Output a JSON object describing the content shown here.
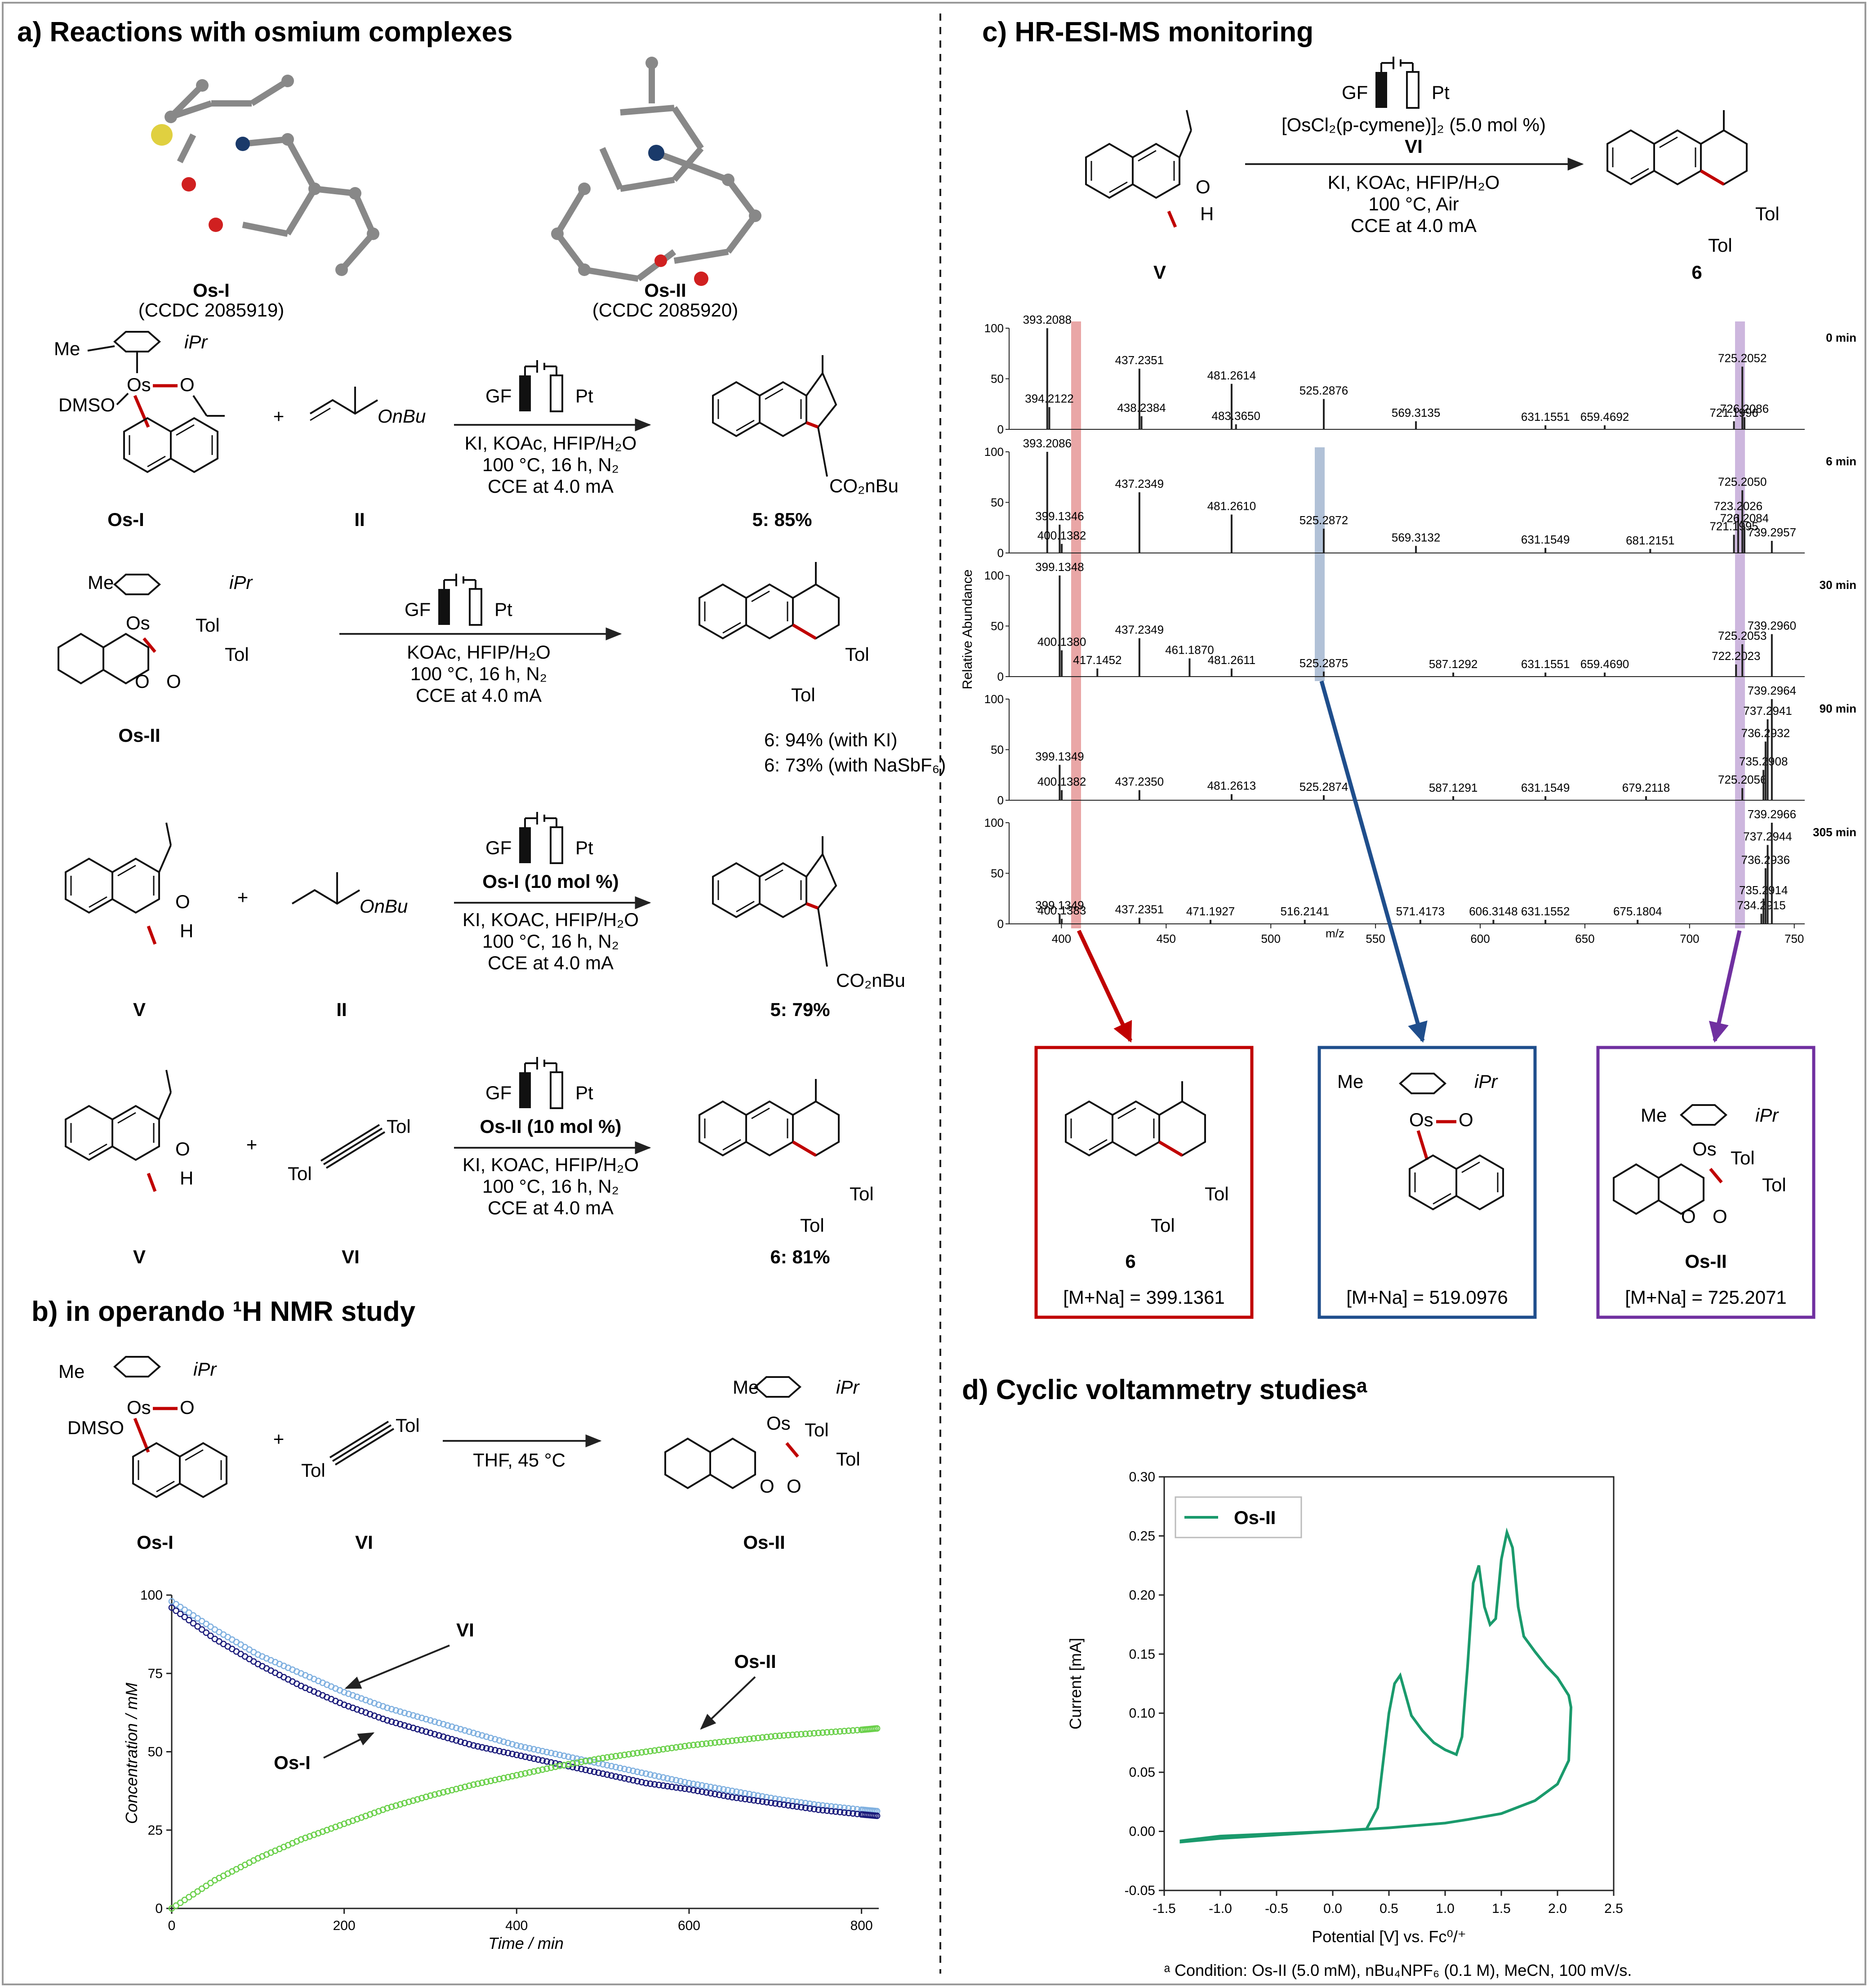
{
  "panels": {
    "a_title": "a) Reactions with osmium complexes",
    "b_title": "b) in operando ¹H NMR study",
    "c_title": "c) HR-ESI-MS monitoring",
    "d_title": "d) Cyclic voltammetry studiesᵃ"
  },
  "panel_a": {
    "crystal1_name": "Os-I",
    "crystal1_ccdc": "(CCDC 2085919)",
    "crystal2_name": "Os-II",
    "crystal2_ccdc": "(CCDC 2085920)",
    "rxn1": {
      "reactant1": "Os-I",
      "plus": "+",
      "reactant2": "II",
      "electrodes": "GF | Pt",
      "conditions": [
        "KI, KOAc, HFIP/H₂O",
        "100 °C, 16 h, N₂",
        "CCE at 4.0 mA"
      ],
      "product_label": "5: 85%"
    },
    "rxn2": {
      "reactant1": "Os-II",
      "conditions": [
        "KOAc, HFIP/H₂O",
        "100 °C, 16 h, N₂",
        "CCE at 4.0 mA"
      ],
      "product_label_1": "6: 94% (with KI)",
      "product_label_2": "6: 73% (with NaSbF₆)"
    },
    "rxn3": {
      "reactant1": "V",
      "reactant2": "II",
      "catalyst": "Os-I (10 mol %)",
      "conditions": [
        "KI, KOAC, HFIP/H₂O",
        "100 °C, 16 h, N₂",
        "CCE at 4.0 mA"
      ],
      "product_label": "5: 79%"
    },
    "rxn4": {
      "reactant1": "V",
      "reactant2": "VI",
      "catalyst": "Os-II (10 mol %)",
      "conditions": [
        "KI, KOAC, HFIP/H₂O",
        "100 °C, 16 h, N₂",
        "CCE at 4.0 mA"
      ],
      "product_label": "6: 81%"
    },
    "structure_labels": {
      "me": "Me",
      "ipr": "iPr",
      "os": "Os",
      "o": "O",
      "dmso": "DMSO",
      "onbu": "OnBu",
      "co2nbu": "CO₂nBu",
      "co2nbu2": "CO₂nBu",
      "tol": "Tol",
      "h": "H"
    }
  },
  "panel_b": {
    "reactant1": "Os-I",
    "reactant2": "VI",
    "product": "Os-II",
    "conditions": "THF, 45 °C",
    "plot": {
      "ylabel": "Concentration / mM",
      "xlabel": "Time / min",
      "label_vi": "VI",
      "label_osi": "Os-I",
      "label_osii": "Os-II"
    }
  },
  "panel_c": {
    "reactant": "V",
    "product": "6",
    "electrodes": "GF | Pt",
    "catalyst": "[OsCl₂(p-cymene)]₂ (5.0 mol %)",
    "reagent": "VI",
    "conditions": [
      "KI, KOAc, HFIP/H₂O",
      "100 °C, Air",
      "CCE at 4.0 mA"
    ],
    "ms_ylabel": "Relative Abundance",
    "ms_xlabel": "m/z",
    "boxes": [
      {
        "name": "6",
        "mass": "[M+Na] = 399.1361"
      },
      {
        "name": "",
        "mass": "[M+Na] = 519.0976"
      },
      {
        "name": "Os-II",
        "mass": "[M+Na] = 725.2071"
      }
    ]
  },
  "panel_d": {
    "legend": "Os-II",
    "ylabel": "Current [mA]",
    "xlabel": "Potential [V] vs. Fc⁰/⁺",
    "footnote": "ᵃ Condition: Os-II (5.0 mM), nBu₄NPF₆ (0.1 M), MeCN, 100 mV/s."
  },
  "colors": {
    "red": "#c00000",
    "blue": "#1f4e8c",
    "purple": "#7030a0",
    "green": "#1a9a6c",
    "lightblue": "#7fb0e0",
    "navy": "#1a1a7a",
    "lime": "#6ad04a"
  },
  "chart_data": [
    {
      "type": "scatter",
      "title": "",
      "xlabel": "Time / min",
      "ylabel": "Concentration / mM",
      "xlim": [
        0,
        820
      ],
      "ylim": [
        0,
        100
      ],
      "x_ticks": [
        0,
        200,
        400,
        600,
        800
      ],
      "y_ticks": [
        0,
        25,
        50,
        75,
        100
      ],
      "series": [
        {
          "name": "VI",
          "color": "#7fb0e0",
          "x": [
            0,
            50,
            100,
            150,
            200,
            250,
            300,
            350,
            400,
            450,
            500,
            550,
            600,
            650,
            700,
            750,
            800,
            820
          ],
          "y": [
            98,
            89,
            81,
            75,
            69,
            64,
            60,
            56,
            52,
            49,
            46,
            43,
            40,
            37.5,
            35,
            33,
            31.5,
            31
          ]
        },
        {
          "name": "Os-I",
          "color": "#1a1a7a",
          "x": [
            0,
            50,
            100,
            150,
            200,
            250,
            300,
            350,
            400,
            450,
            500,
            550,
            600,
            650,
            700,
            750,
            800,
            820
          ],
          "y": [
            96,
            86,
            78,
            71,
            65,
            60,
            56,
            52,
            49,
            46,
            43,
            40,
            38,
            35.5,
            33.5,
            31.5,
            30,
            29.5
          ]
        },
        {
          "name": "Os-II",
          "color": "#6ad04a",
          "x": [
            0,
            50,
            100,
            150,
            200,
            250,
            300,
            350,
            400,
            450,
            500,
            550,
            600,
            650,
            700,
            750,
            800,
            820
          ],
          "y": [
            0,
            9,
            16,
            22,
            27,
            32,
            36,
            39.5,
            42.5,
            45.5,
            48,
            50,
            52,
            53.5,
            55,
            56,
            57,
            57.5
          ]
        }
      ]
    },
    {
      "type": "line",
      "title": "",
      "xlabel": "Potential [V] vs. Fc0/+",
      "ylabel": "Current [mA]",
      "xlim": [
        -1.5,
        2.5
      ],
      "ylim": [
        -0.05,
        0.3
      ],
      "x_ticks": [
        -1.5,
        -1.0,
        -0.5,
        0.0,
        0.5,
        1.0,
        1.5,
        2.0,
        2.5
      ],
      "y_ticks": [
        -0.05,
        0.0,
        0.05,
        0.1,
        0.15,
        0.2,
        0.25,
        0.3
      ],
      "series": [
        {
          "name": "Os-II",
          "color": "#1a9a6c",
          "x": [
            -1.35,
            -1.0,
            -0.5,
            0.0,
            0.3,
            0.4,
            0.45,
            0.5,
            0.55,
            0.6,
            0.65,
            0.7,
            0.8,
            0.9,
            1.0,
            1.1,
            1.15,
            1.2,
            1.25,
            1.3,
            1.35,
            1.4,
            1.45,
            1.5,
            1.55,
            1.6,
            1.65,
            1.7,
            1.8,
            1.9,
            2.0,
            2.1,
            2.12,
            2.1,
            2.0,
            1.8,
            1.5,
            1.2,
            1.0,
            0.5,
            0.0,
            -0.5,
            -1.0,
            -1.35
          ],
          "y": [
            -0.008,
            -0.004,
            -0.002,
            0.0,
            0.002,
            0.02,
            0.06,
            0.1,
            0.125,
            0.132,
            0.115,
            0.098,
            0.085,
            0.075,
            0.069,
            0.065,
            0.08,
            0.14,
            0.21,
            0.225,
            0.19,
            0.175,
            0.18,
            0.23,
            0.253,
            0.24,
            0.19,
            0.165,
            0.152,
            0.14,
            0.13,
            0.115,
            0.105,
            0.06,
            0.04,
            0.026,
            0.015,
            0.01,
            0.007,
            0.003,
            0.0,
            -0.003,
            -0.006,
            -0.009
          ]
        }
      ]
    },
    {
      "type": "bar",
      "title": "",
      "xlabel": "m/z",
      "ylabel": "Relative Abundance",
      "xlim": [
        375,
        755
      ],
      "ylim": [
        0,
        100
      ],
      "x_ticks": [
        400,
        450,
        500,
        550,
        600,
        650,
        700,
        750
      ],
      "y_ticks": [
        0,
        50,
        100
      ],
      "series": [
        {
          "name": "0 min",
          "peaks": [
            [
              393.2088,
              100
            ],
            [
              394.2122,
              22
            ],
            [
              437.2351,
              60
            ],
            [
              438.2384,
              13
            ],
            [
              481.2614,
              45
            ],
            [
              483.365,
              5
            ],
            [
              525.2876,
              30
            ],
            [
              569.3135,
              8
            ],
            [
              631.1551,
              4
            ],
            [
              659.4692,
              4
            ],
            [
              721.1996,
              8
            ],
            [
              725.2052,
              62
            ],
            [
              726.2086,
              12
            ]
          ],
          "labels": [
            "393.2088",
            "394.2122",
            "437.2351",
            "438.2384",
            "481.2614",
            "483.3650",
            "525.2876",
            "569.3135",
            "631.1551",
            "659.4692",
            "721.1996",
            "725.2052",
            "726.2086"
          ]
        },
        {
          "name": "6 min",
          "peaks": [
            [
              393.2086,
              100
            ],
            [
              399.1346,
              28
            ],
            [
              400.1382,
              9
            ],
            [
              437.2349,
              60
            ],
            [
              481.261,
              38
            ],
            [
              525.2872,
              24
            ],
            [
              569.3132,
              7
            ],
            [
              631.1549,
              5
            ],
            [
              681.2151,
              4
            ],
            [
              721.1995,
              18
            ],
            [
              723.2026,
              38
            ],
            [
              725.205,
              62
            ],
            [
              726.2084,
              26
            ],
            [
              739.2957,
              12
            ]
          ],
          "labels": [
            "393.2086",
            "399.1346",
            "400.1382",
            "437.2349",
            "481.2610",
            "525.2872",
            "569.3132",
            "631.1549",
            "681.2151",
            "721.1995",
            "723.2026",
            "725.2050",
            "726.2084",
            "739.2957"
          ]
        },
        {
          "name": "30 min",
          "peaks": [
            [
              399.1348,
              100
            ],
            [
              400.138,
              26
            ],
            [
              417.1452,
              8
            ],
            [
              437.2349,
              38
            ],
            [
              461.187,
              18
            ],
            [
              481.2611,
              8
            ],
            [
              525.2875,
              5
            ],
            [
              587.1292,
              4
            ],
            [
              631.1551,
              4
            ],
            [
              659.469,
              4
            ],
            [
              722.2023,
              12
            ],
            [
              725.2053,
              32
            ],
            [
              739.296,
              42
            ]
          ],
          "labels": [
            "399.1348",
            "400.1380",
            "417.1452",
            "437.2349",
            "461.1870",
            "481.2611",
            "525.2875",
            "587.1292",
            "631.1551",
            "659.4690",
            "722.2023",
            "725.2053",
            "739.2960"
          ]
        },
        {
          "name": "90 min",
          "peaks": [
            [
              399.1349,
              35
            ],
            [
              400.1382,
              10
            ],
            [
              437.235,
              10
            ],
            [
              481.2613,
              6
            ],
            [
              525.2874,
              5
            ],
            [
              587.1291,
              4
            ],
            [
              631.1549,
              4
            ],
            [
              679.2118,
              4
            ],
            [
              725.2056,
              12
            ],
            [
              735.2908,
              30
            ],
            [
              736.2932,
              58
            ],
            [
              737.2941,
              80
            ],
            [
              739.2964,
              100
            ]
          ],
          "labels": [
            "399.1349",
            "400.1382",
            "437.2350",
            "481.2613",
            "525.2874",
            "587.1291",
            "631.1549",
            "679.2118",
            "725.2056",
            "735.2908",
            "736.2932",
            "737.2941",
            "739.2964"
          ]
        },
        {
          "name": "305 min",
          "peaks": [
            [
              399.1349,
              10
            ],
            [
              400.1383,
              5
            ],
            [
              437.2351,
              6
            ],
            [
              471.1927,
              4
            ],
            [
              516.2141,
              4
            ],
            [
              571.4173,
              4
            ],
            [
              606.3148,
              4
            ],
            [
              631.1552,
              4
            ],
            [
              675.1804,
              4
            ],
            [
              734.2915,
              10
            ],
            [
              735.2914,
              25
            ],
            [
              736.2936,
              55
            ],
            [
              737.2944,
              78
            ],
            [
              739.2966,
              100
            ]
          ],
          "labels": [
            "399.1349",
            "400.1383",
            "437.2351",
            "471.1927",
            "516.2141",
            "571.4173",
            "606.3148",
            "631.1552",
            "675.1804",
            "734.2915",
            "735.2914",
            "736.2936",
            "737.2944",
            "739.2966"
          ]
        }
      ]
    }
  ]
}
